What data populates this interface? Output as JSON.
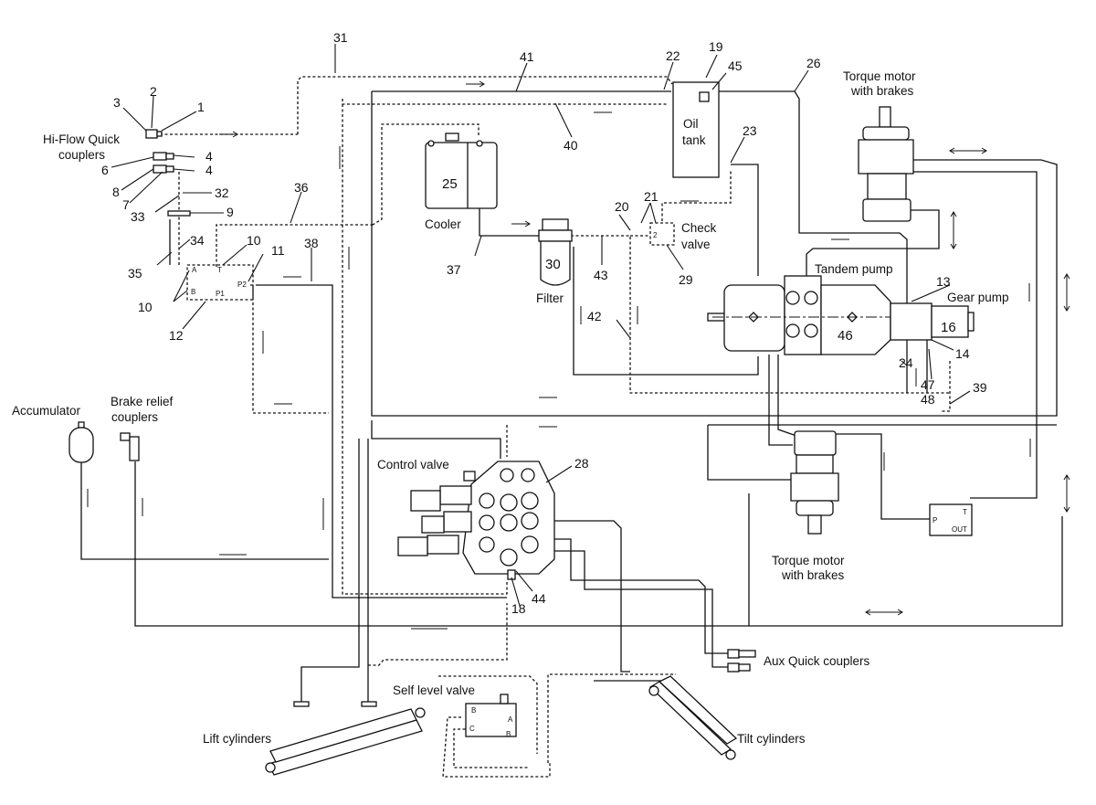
{
  "labels": {
    "hi_flow": [
      "Hi-Flow Quick",
      "couplers"
    ],
    "torque_top": [
      "Torque motor",
      "with brakes"
    ],
    "torque_bottom": [
      "Torque motor",
      "with brakes"
    ],
    "oil_tank": [
      "Oil",
      "tank"
    ],
    "cooler": "Cooler",
    "filter": "Filter",
    "check_valve": [
      "Check",
      "valve"
    ],
    "tandem_pump": "Tandem pump",
    "gear_pump": "Gear pump",
    "accumulator": "Accumulator",
    "brake_relief": [
      "Brake relief",
      "couplers"
    ],
    "control_valve": "Control valve",
    "aux_couplers": "Aux Quick couplers",
    "self_level": "Self level valve",
    "lift_cyl": "Lift cylinders",
    "tilt_cyl": "Tilt cylinders"
  },
  "callouts": {
    "n1": "1",
    "n2": "2",
    "n3": "3",
    "n4a": "4",
    "n4b": "4",
    "n6": "6",
    "n7": "7",
    "n8": "8",
    "n9": "9",
    "n10a": "10",
    "n10b": "10",
    "n11": "11",
    "n12": "12",
    "n13": "13",
    "n14": "14",
    "n16": "16",
    "n18": "18",
    "n19": "19",
    "n20": "20",
    "n21": "21",
    "n22": "22",
    "n23": "23",
    "n24": "24",
    "n25": "25",
    "n26": "26",
    "n28": "28",
    "n29": "29",
    "n30": "30",
    "n31": "31",
    "n32": "32",
    "n33": "33",
    "n34": "34",
    "n35": "35",
    "n36": "36",
    "n37": "37",
    "n38": "38",
    "n39": "39",
    "n40": "40",
    "n41": "41",
    "n42": "42",
    "n43": "43",
    "n44": "44",
    "n45": "45",
    "n46": "46",
    "n47": "47",
    "n48": "48"
  },
  "ports": {
    "A": "A",
    "T": "T",
    "B": "B",
    "P1": "P1",
    "P2": "P2",
    "cv2": "2",
    "sv_P": "P",
    "sv_T": "T",
    "sv_OUT": "OUT",
    "sl_B1": "B",
    "sl_C": "C",
    "sl_A": "A",
    "sl_B2": "B"
  },
  "icons": [
    "accumulator-icon",
    "coupler-icon",
    "cylinder-icon",
    "motor-icon",
    "pump-icon",
    "valve-icon",
    "filter-icon",
    "cooler-icon",
    "tank-icon"
  ]
}
